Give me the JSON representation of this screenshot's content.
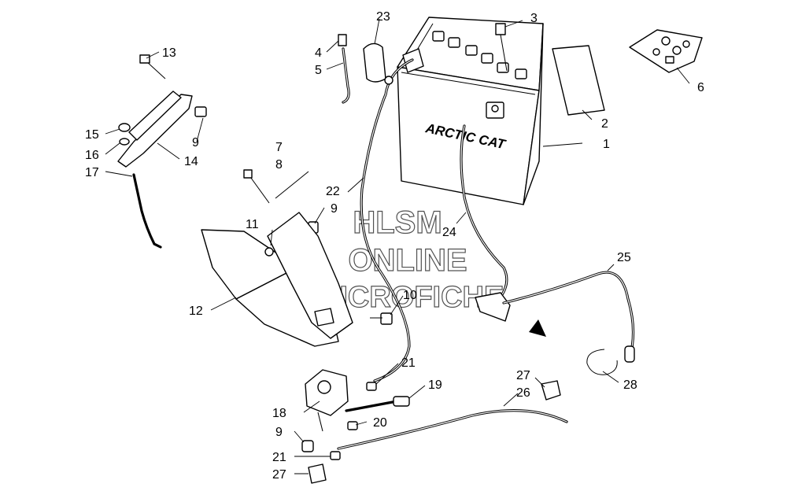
{
  "diagram": {
    "callouts": [
      "1",
      "2",
      "3",
      "4",
      "5",
      "6",
      "7",
      "8",
      "9",
      "9",
      "9",
      "10",
      "11",
      "12",
      "13",
      "14",
      "15",
      "16",
      "17",
      "18",
      "19",
      "20",
      "21",
      "21",
      "22",
      "23",
      "24",
      "25",
      "26",
      "27",
      "27",
      "28"
    ]
  },
  "battery": {
    "brand_text": "ARCTIC CAT"
  },
  "watermark": {
    "line1": "HLSM",
    "line2": "ONLINE",
    "line3": "MICROFICHE"
  }
}
